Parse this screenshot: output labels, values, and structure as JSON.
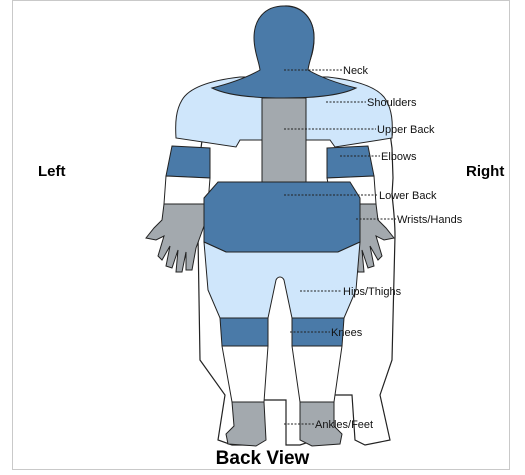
{
  "diagram": {
    "title": "Back View",
    "side_left": "Left",
    "side_right": "Right",
    "labels": {
      "neck": "Neck",
      "shoulders": "Shoulders",
      "upper_back": "Upper Back",
      "elbows": "Elbows",
      "lower_back": "Lower Back",
      "wrists_hands": "Wrists/Hands",
      "hips_thighs": "Hips/Thighs",
      "knees": "Knees",
      "ankles_feet": "Ankles/Feet"
    },
    "colors": {
      "dark_blue": "#4a7aa8",
      "light_blue": "#cfe6fb",
      "gray": "#a3a9ae",
      "outline": "#222222",
      "white": "#ffffff"
    }
  }
}
